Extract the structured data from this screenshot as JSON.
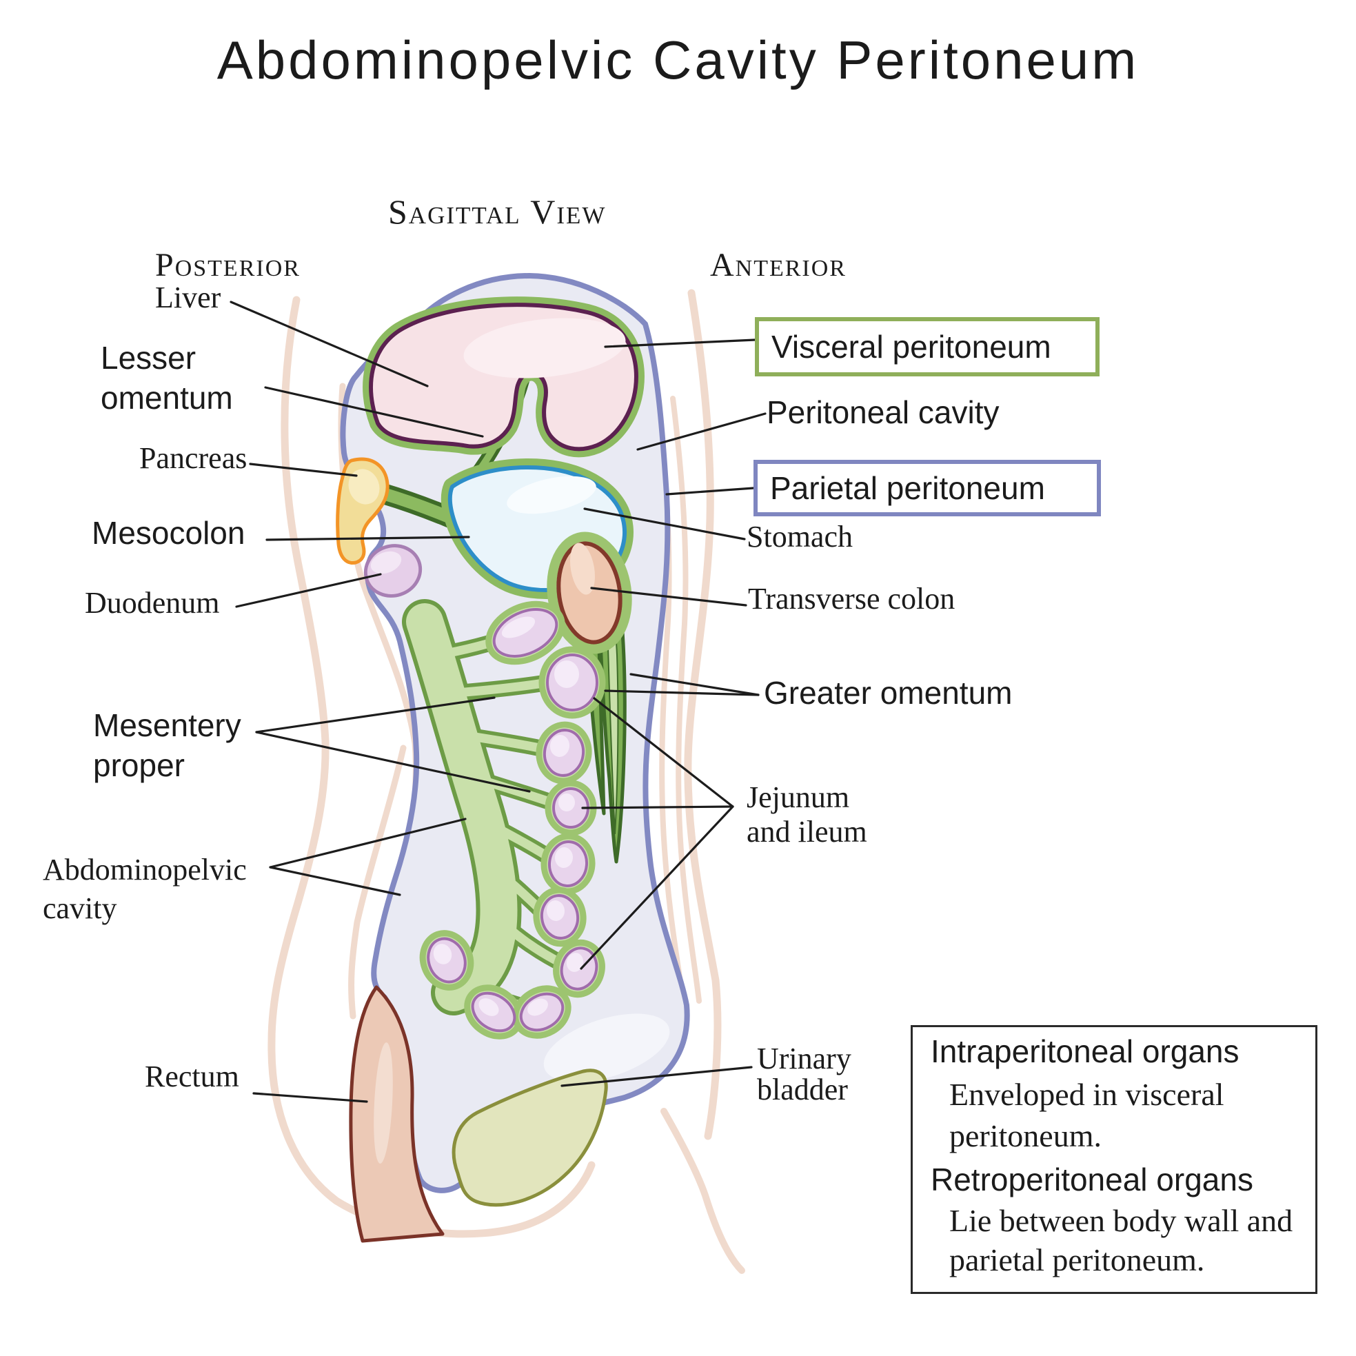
{
  "title": "Abdominopelvic Cavity Peritoneum",
  "view_label": "Sagittal View",
  "orientation": {
    "posterior": "Posterior",
    "anterior": "Anterior"
  },
  "labels": {
    "liver": "Liver",
    "lesser_omentum": [
      "Lesser",
      "omentum"
    ],
    "pancreas": "Pancreas",
    "mesocolon": "Mesocolon",
    "duodenum": "Duodenum",
    "mesentery_proper": [
      "Mesentery",
      "proper"
    ],
    "abdominopelvic_cavity": [
      "Abdominopelvic",
      "cavity"
    ],
    "rectum": "Rectum",
    "visceral_peritoneum": "Visceral peritoneum",
    "peritoneal_cavity": "Peritoneal cavity",
    "parietal_peritoneum": "Parietal peritoneum",
    "stomach": "Stomach",
    "transverse_colon": "Transverse colon",
    "greater_omentum": "Greater omentum",
    "jejunum_ileum": [
      "Jejunum",
      "and ileum"
    ],
    "urinary_bladder": [
      "Urinary",
      "bladder"
    ]
  },
  "legend": {
    "intraperitoneal_title": "Intraperitoneal organs",
    "intraperitoneal_desc": [
      "Enveloped in visceral",
      "peritoneum."
    ],
    "retroperitoneal_title": "Retroperitoneal organs",
    "retroperitoneal_desc": [
      "Lie between body wall and",
      "parietal peritoneum."
    ]
  },
  "colors": {
    "ink": "#1b1b1b",
    "body_wall": "#f0dacd",
    "parietal_peritoneum": "#8289c2",
    "peritoneal_cavity": "#e9eaf3",
    "visceral_green": "#8cba60",
    "mesentery_green": "#c9e0aa",
    "liver": "#f7e2e6",
    "stomach": "#eaf5fb",
    "pancreas": "#f2dd98",
    "duodenum": "#e6cfe9",
    "intestine": "#e8d4ec",
    "transverse_colon": "#eec6ae",
    "rectum": "#ecc9b6",
    "urinary_bladder": "#e2e5bd",
    "visceral_box_border": "#8faf5a",
    "parietal_box_border": "#7f86c0"
  }
}
